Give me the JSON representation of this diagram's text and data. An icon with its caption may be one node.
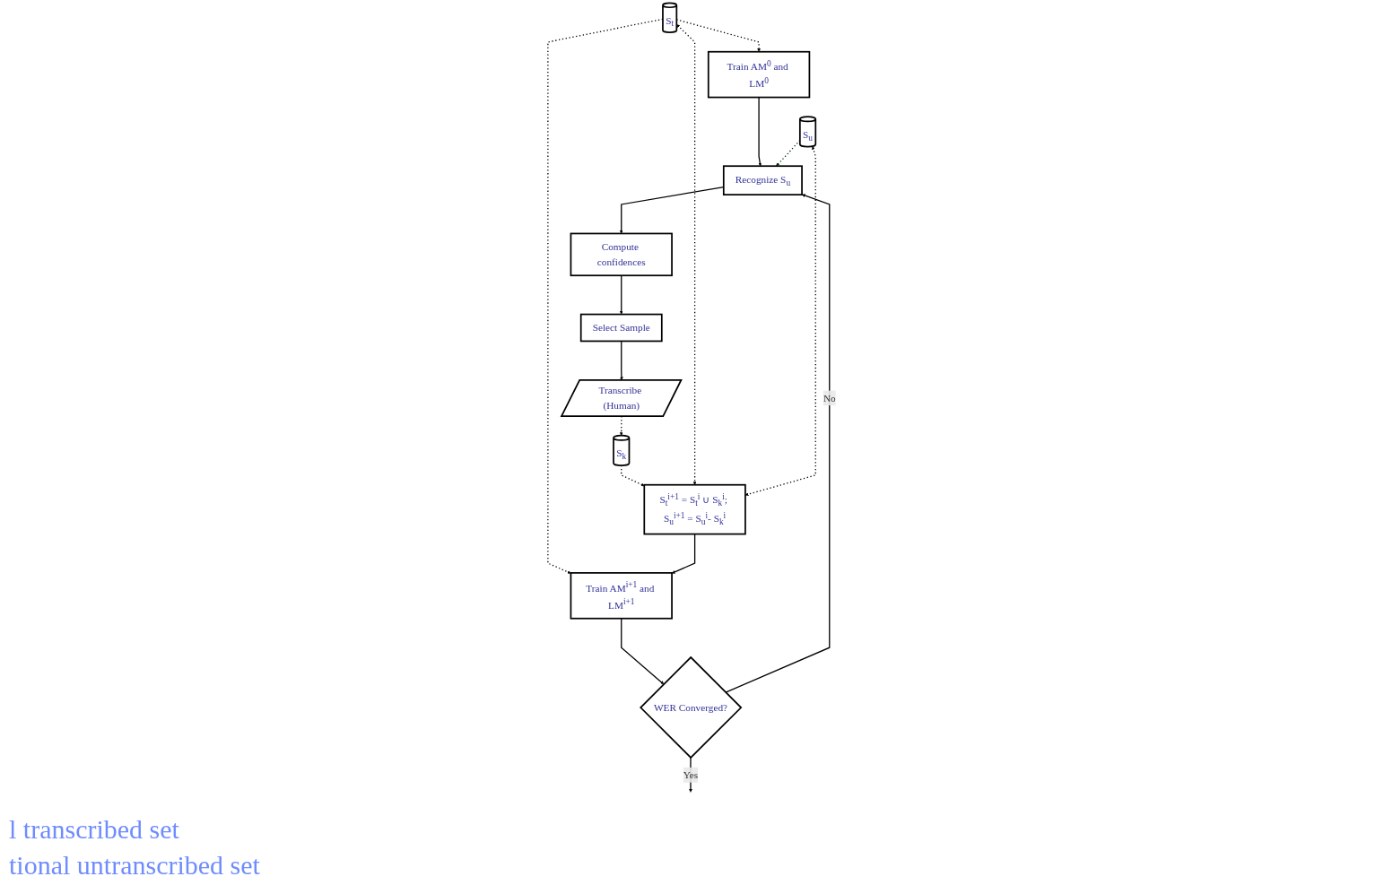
{
  "diagram": {
    "nodes": [
      {
        "text": [
          "S$_{t}$"
        ]
      },
      {
        "text": [
          "Train AM$^{0}$ and LM$^{0}$"
        ]
      },
      {
        "text": [
          "Recognize S$_{u}$"
        ]
      },
      {
        "text": [
          "Compute confidences"
        ]
      },
      {
        "text": [
          "Select Sample"
        ]
      },
      {
        "text": [
          "S$_{k}$"
        ]
      },
      {
        "text": [
          "Transcribe (Human)"
        ]
      },
      {
        "text": [
          "S$_{u}$"
        ]
      },
      {
        "text": [
          "S$_{t}$$^{i+1}$ = S$_{t}$$^{i}$ ∪ S$_{k}$$^{i}$; S$_{u}$$^{i+1}$ = S$_{u}$$^{i}$- S$_{k}$$^{i}$"
        ]
      },
      {
        "text": [
          "Train AM$^{i+1}$ and LM$^{i+1}$"
        ]
      },
      {
        "text": [
          "WER Converged?"
        ]
      }
    ],
    "edges": [
      {
        "from": 0,
        "to": 1,
        "arrow": "to",
        "style": "dashed"
      },
      {
        "from": 1,
        "to": 2,
        "arrow": "to"
      },
      {
        "from": 2,
        "to": 3,
        "arrow": "to"
      },
      {
        "from": 3,
        "to": 4,
        "arrow": "to"
      },
      {
        "from": 4,
        "to": 6,
        "arrow": "to"
      },
      {
        "from": 6,
        "to": 5,
        "arrow": "to",
        "style": "dashed"
      },
      {
        "from": 5,
        "to": 8,
        "arrow": "to",
        "style": "dashed"
      },
      {
        "from": 0,
        "to": 8,
        "arrow": "both",
        "style": "dashed"
      },
      {
        "from": 0,
        "to": 9,
        "arrow": "to",
        "style": "dashed"
      },
      {
        "from": 7,
        "to": 8,
        "arrow": "both",
        "style": "dashed"
      },
      {
        "from": 7,
        "to": 2,
        "arrow": "to",
        "style": "dashed",
        "color": "#003300"
      },
      {
        "from": 8,
        "to": 9,
        "arrow": "to"
      },
      {
        "from": 9,
        "to": 10,
        "arrow": "to"
      },
      {
        "from": 10,
        "to": 2,
        "arrow": "to",
        "label": "No"
      },
      {
        "from": 10,
        "to": null,
        "arrow": "to",
        "label": "Yes"
      }
    ],
    "labels": [
      "l transcribed set",
      "tional untranscribed set"
    ]
  }
}
